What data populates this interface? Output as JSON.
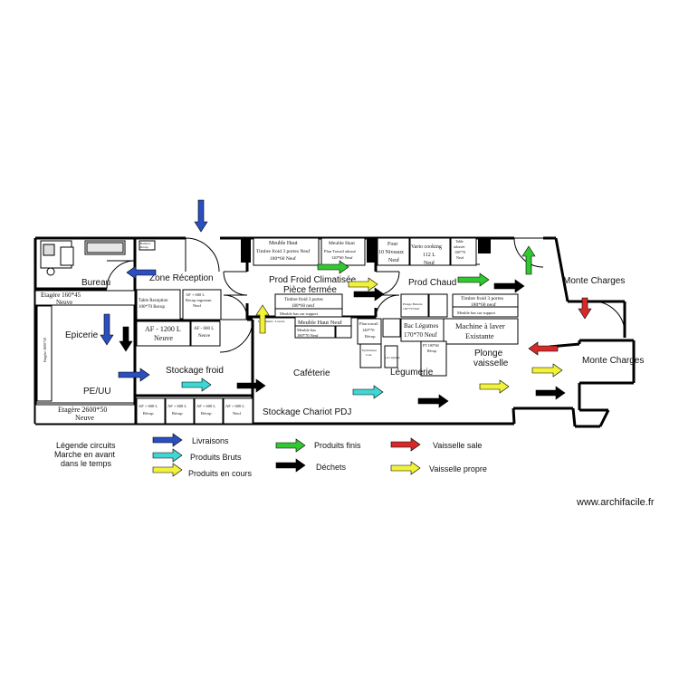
{
  "rooms": {
    "bureau": "Bureau",
    "zone_reception": "Zone Réception",
    "epicerie": "Epicerie",
    "pe_uu": "PE/UU",
    "stockage_froid": "Stockage froid",
    "prod_froid_1": "Prod Froid Climatisée",
    "prod_froid_2": "Pièce fermée",
    "prod_chaud": "Prod Chaud",
    "cafeteria": "Caféterie",
    "legumerie": "Légumerie",
    "plonge_1": "Plonge",
    "plonge_2": "vaisselle",
    "stockage_chariot": "Stockage Chariot PDJ",
    "monte_charges_1": "Monte Charges",
    "monte_charges_2": "Monte Charges"
  },
  "equipment": {
    "etagere_160": [
      "Etagère 160*45",
      "Neuve"
    ],
    "etagere_2600": [
      "Etagère 2600*50",
      "Neuve"
    ],
    "etagere_side": "Etagère 2600*50",
    "balance": [
      "Balance",
      "Récup"
    ],
    "table_reception": [
      "Table Reception",
      "100*70 Recup"
    ],
    "af_600_a": [
      "AF + 600 L",
      "Recup ergonom",
      "Neuf"
    ],
    "af_1200": [
      "AF - 1200 L",
      "Neuve"
    ],
    "af_600_b": [
      "AF - 600 L",
      "Neuve"
    ],
    "af_1": [
      "AF + 600 L",
      "Récup"
    ],
    "af_2": [
      "AF + 600 L",
      "Récup"
    ],
    "af_3": [
      "AF + 600 L",
      "Récup"
    ],
    "af_4": [
      "AF + 600 L",
      "Neuf"
    ],
    "meuble_haut_1": "Meuble Haut",
    "timbre_froid_1": [
      "Timbre froid 3 portes Neuf",
      "180*60 Neuf"
    ],
    "meuble_haut_2": "Meuble Haut",
    "plan_travail": [
      "Plan Travail adossé",
      "120*60 Neuf"
    ],
    "timbre_froid_2": [
      "Timbre froid 3 portes",
      "180*60 neuf"
    ],
    "meuble_bas": "Meuble bas sur support",
    "meuble_haut_neuf": "Meuble Haut Neuf",
    "meuble_bas_2": [
      "Meuble bas",
      "180*70 Neuf"
    ],
    "lave_mains": "Lave mains / Lavette",
    "four": [
      "Four",
      "10 Niveaux",
      "Neuf"
    ],
    "vario": [
      "Vario cooking",
      "112 L",
      "Neuf"
    ],
    "table_inox": [
      "Table",
      "adossée",
      "100*70",
      "Neuf"
    ],
    "plonge_batterie": [
      "Plonge Batterie",
      "140*70 Neuf"
    ],
    "timbre_froid_3": [
      "Timbre froid 3 portes",
      "180*60 neuf"
    ],
    "meuble_bas_support": "Meuble bas sur support",
    "plan_travail_2": [
      "Plan travail",
      "140*70",
      "Récup"
    ],
    "bac_legumes": [
      "Bac Légumes",
      "170*70 Neuf"
    ],
    "pt": [
      "PT 180*60",
      "Récup"
    ],
    "machine_laver": [
      "Machine à laver",
      "Existante"
    ],
    "eplucheuse": [
      "Eplucheuse",
      "Cole"
    ],
    "lave_legume": "Lave légumes"
  },
  "legend": {
    "title": [
      "Légende circuits",
      "Marche en avant",
      "dans le temps"
    ],
    "items": [
      {
        "label": "Livraisons",
        "color": "#2a4fbf"
      },
      {
        "label": "Produits Bruts",
        "color": "#3ed7d4"
      },
      {
        "label": "Produits en cours",
        "color": "#f2f23a"
      },
      {
        "label": "Produits finis",
        "color": "#32c832"
      },
      {
        "label": "Déchets",
        "color": "#000000"
      },
      {
        "label": "Vaisselle sale",
        "color": "#d42a2a"
      },
      {
        "label": "Vaisselle propre",
        "color": "#f2f23a"
      }
    ]
  },
  "watermark": "www.archifacile.fr"
}
